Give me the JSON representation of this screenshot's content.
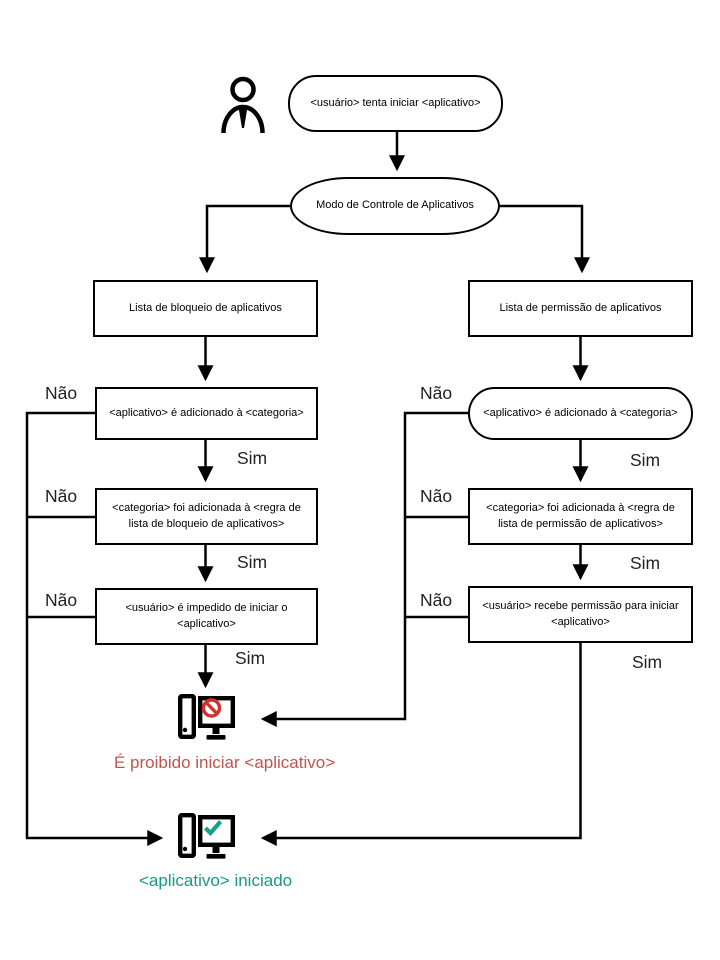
{
  "diagram": {
    "nodes": {
      "start": "<usuário> tenta iniciar <aplicativo>",
      "mode": "Modo de Controle de Aplicativos",
      "denylist": "Lista de bloqueio de aplicativos",
      "allowlist": "Lista de permissão de aplicativos",
      "deny_app_in_category": "<aplicativo> é adicionado à <categoria>",
      "allow_app_in_category": "<aplicativo> é adicionado à <categoria>",
      "deny_category_rule": "<categoria> foi adicionada à <regra de lista de bloqueio de aplicativos>",
      "allow_category_rule": "<categoria> foi adicionada à <regra de lista de permissão de aplicativos>",
      "deny_user_blocked": "<usuário> é impedido de iniciar o <aplicativo>",
      "allow_user_granted": "<usuário> recebe permissão para iniciar <aplicativo>"
    },
    "labels": {
      "no": "Não",
      "yes": "Sim"
    },
    "outcomes": {
      "blocked": "É proibido iniciar <aplicativo>",
      "started": "<aplicativo> iniciado"
    },
    "colors": {
      "line": "#000000",
      "prohibition_red": "#d2322d",
      "check_teal": "#17a18b",
      "blocked_text": "#c4534d",
      "started_text": "#169b84"
    }
  }
}
